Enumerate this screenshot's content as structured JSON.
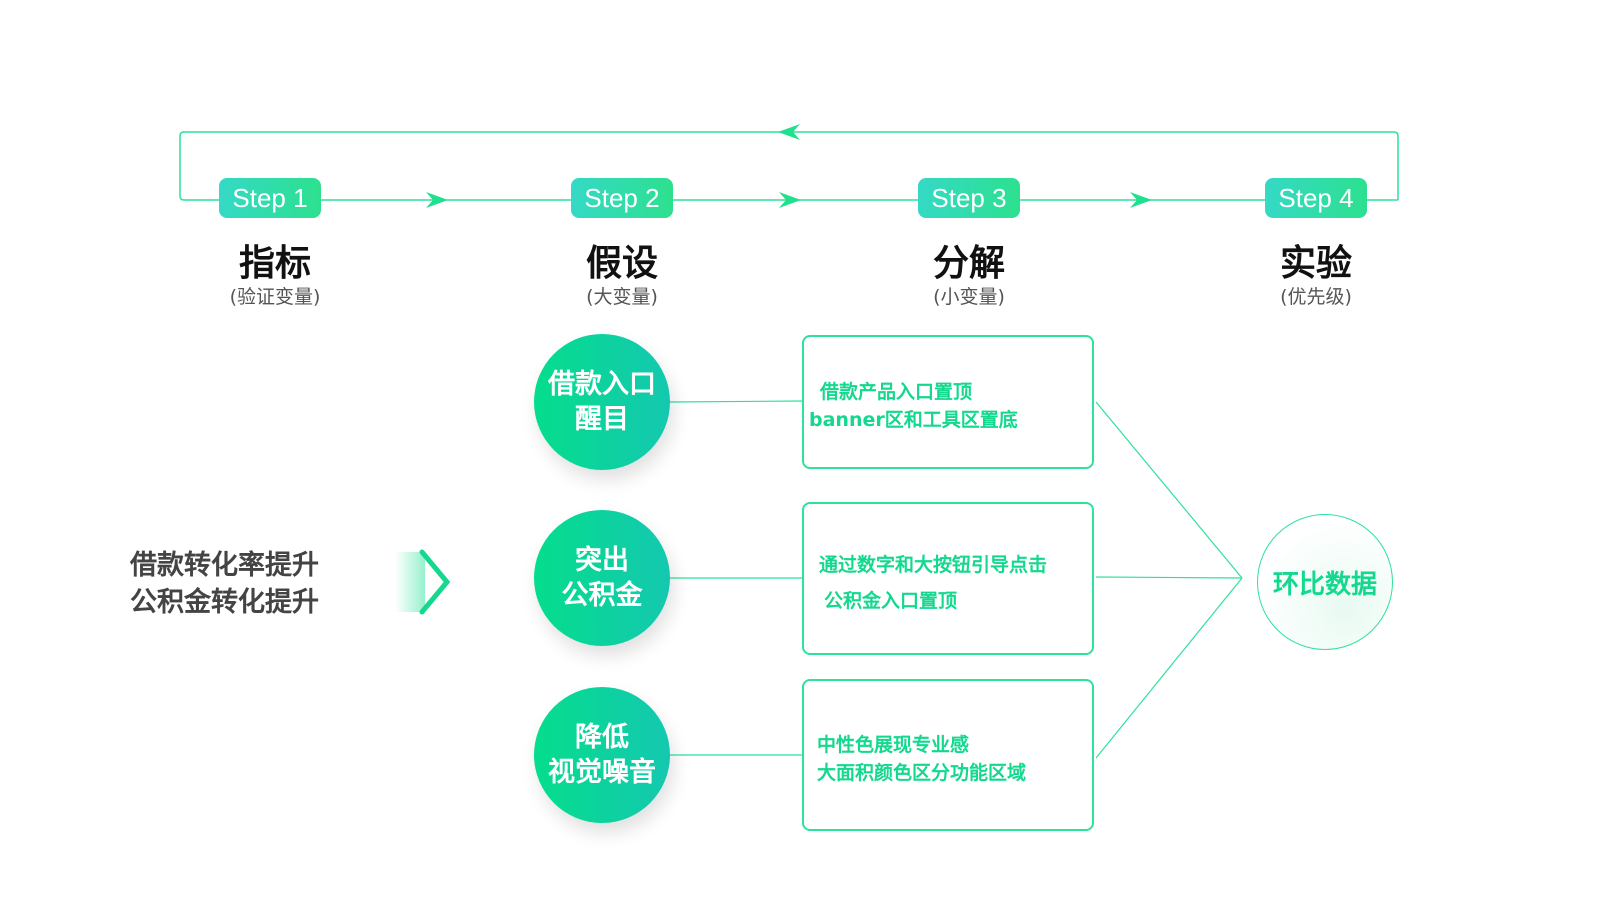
{
  "steps": [
    {
      "badge": "Step 1",
      "title": "指标",
      "subtitle": "(验证变量)"
    },
    {
      "badge": "Step 2",
      "title": "假设",
      "subtitle": "(大变量)"
    },
    {
      "badge": "Step 3",
      "title": "分解",
      "subtitle": "(小变量)"
    },
    {
      "badge": "Step 4",
      "title": "实验",
      "subtitle": "(优先级)"
    }
  ],
  "metric": {
    "line1": "借款转化率提升",
    "line2": "公积金转化提升"
  },
  "hypotheses": [
    {
      "line1": "借款入口",
      "line2": "醒目",
      "detail1": "借款产品入口置顶",
      "detail2": "banner区和工具区置底"
    },
    {
      "line1": "突出",
      "line2": "公积金",
      "detail1": "通过数字和大按钮引导点击",
      "detail2": "公积金入口置顶"
    },
    {
      "line1": "降低",
      "line2": "视觉噪音",
      "detail1": "中性色展现专业感",
      "detail2": "大面积颜色区分功能区域"
    }
  ],
  "result": "环比数据",
  "colors": {
    "accent": "#2de29a",
    "circle_start": "#05dd8c",
    "circle_end": "#14c8b0"
  }
}
